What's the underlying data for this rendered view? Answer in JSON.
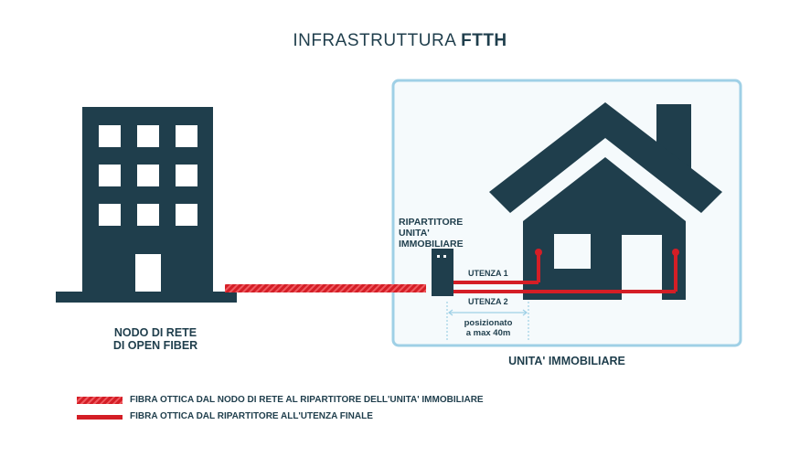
{
  "title": {
    "light": "INFRASTRUTTURA",
    "bold": "FTTH"
  },
  "labels": {
    "network_node": [
      "NODO DI RETE",
      "DI OPEN FIBER"
    ],
    "splitter": [
      "RIPARTITORE",
      "UNITA'",
      "IMMOBILIARE"
    ],
    "user1": "UTENZA 1",
    "user2": "UTENZA 2",
    "distance": [
      "posizionato",
      "a max 40m"
    ],
    "real_estate_unit": "UNITA' IMMOBILIARE"
  },
  "legend": [
    {
      "style": "hatched",
      "text": "FIBRA OTTICA DAL NODO DI RETE AL RIPARTITORE  DELL'UNITA' IMMOBILIARE"
    },
    {
      "style": "solid",
      "text": "FIBRA OTTICA DAL RIPARTITORE ALL'UTENZA FINALE"
    }
  ],
  "colors": {
    "dark": "#1f3e4c",
    "fiber_red": "#d41e26",
    "box_border": "#9fd0e6",
    "box_fill": "#f5fafc"
  }
}
